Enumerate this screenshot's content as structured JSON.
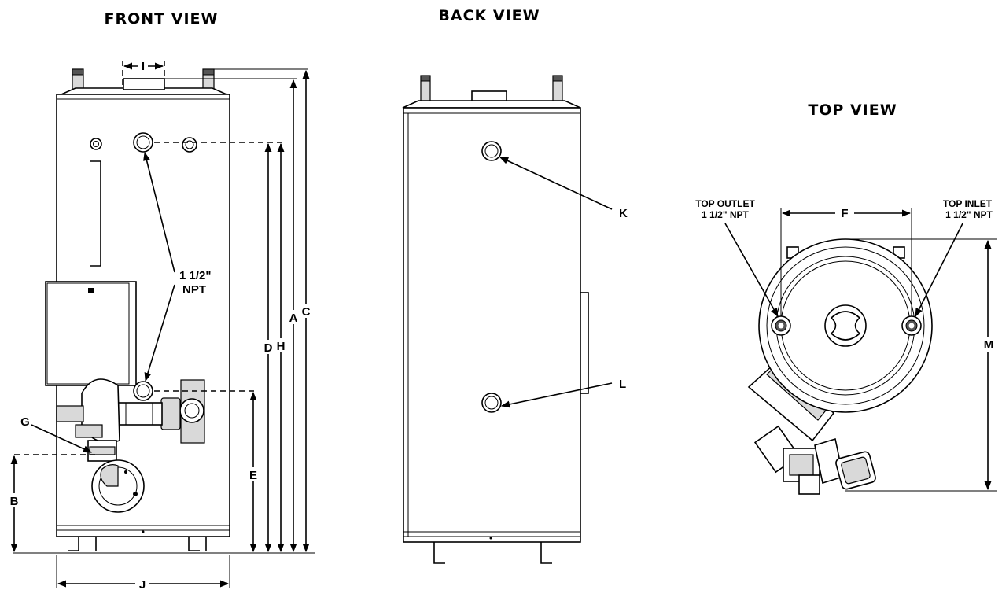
{
  "views": {
    "front": {
      "title": "FRONT VIEW",
      "dims": {
        "I": "I",
        "A": "A",
        "C": "C",
        "D": "D",
        "H": "H",
        "E": "E",
        "B": "B",
        "G": "G",
        "J": "J"
      },
      "callout_line1": "1 1/2\"",
      "callout_line2": "NPT"
    },
    "back": {
      "title": "BACK VIEW",
      "dims": {
        "K": "K",
        "L": "L"
      }
    },
    "top": {
      "title": "TOP VIEW",
      "outlet_line1": "TOP OUTLET",
      "outlet_line2": "1 1/2\" NPT",
      "inlet_line1": "TOP INLET",
      "inlet_line2": "1 1/2\" NPT",
      "dims": {
        "F": "F",
        "M": "M"
      }
    }
  },
  "colors": {
    "line": "#000000",
    "background": "#ffffff",
    "fill": "#d9d9d9"
  }
}
